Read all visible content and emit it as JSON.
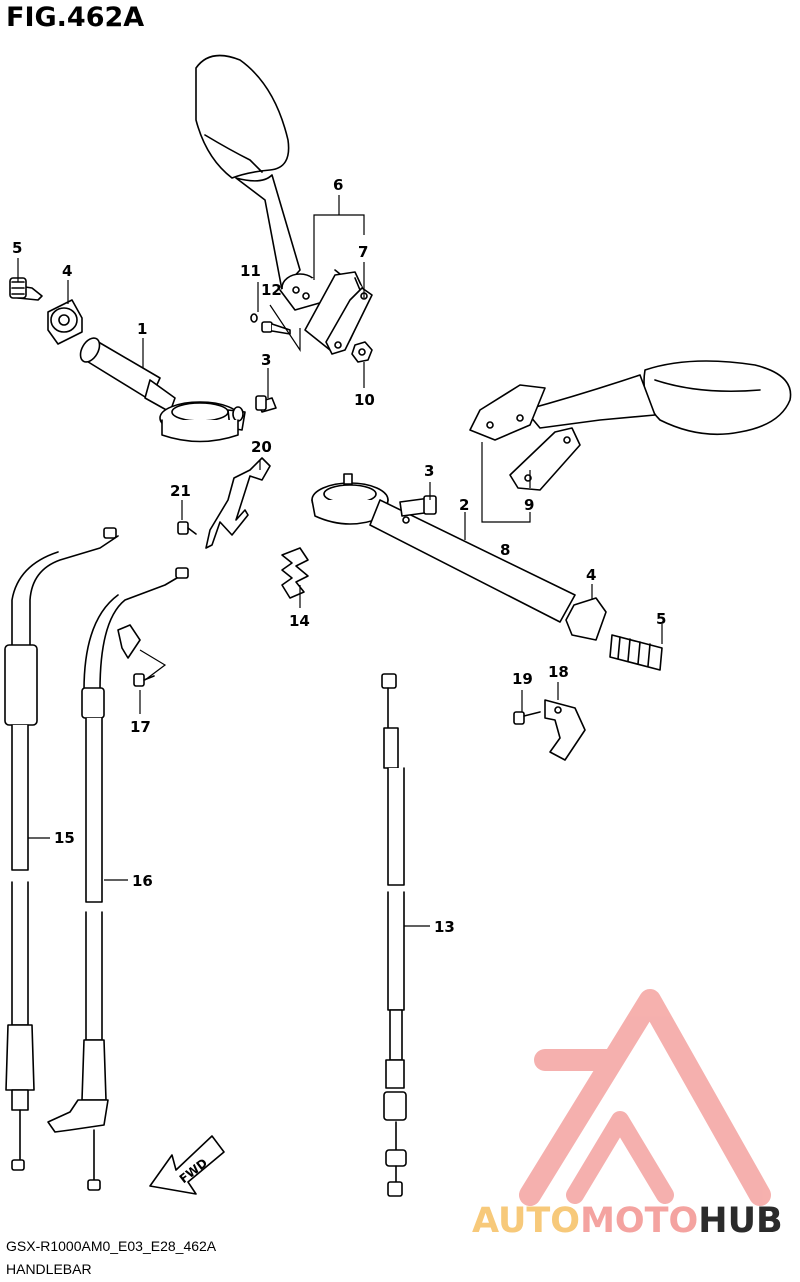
{
  "figure": {
    "title": "FIG.462A"
  },
  "callouts": [
    "1",
    "2",
    "3",
    "3",
    "4",
    "4",
    "5",
    "5",
    "6",
    "7",
    "8",
    "9",
    "10",
    "11",
    "12",
    "13",
    "14",
    "15",
    "16",
    "17",
    "18",
    "19",
    "20",
    "21"
  ],
  "direction_arrow": {
    "label": "FWD"
  },
  "watermark": {
    "part1": "AUTO",
    "part2": "MOTO",
    "part3": "HUB"
  },
  "footer": {
    "model_code": "GSX-R1000AM0_E03_E28_462A",
    "section_name": "HANDLEBAR"
  },
  "colors": {
    "line": "#000000",
    "part_fill": "#ffffff",
    "watermark_red": "#f4a3a0",
    "watermark_orange": "#f7c97a",
    "watermark_dark": "#2b2b2b"
  }
}
